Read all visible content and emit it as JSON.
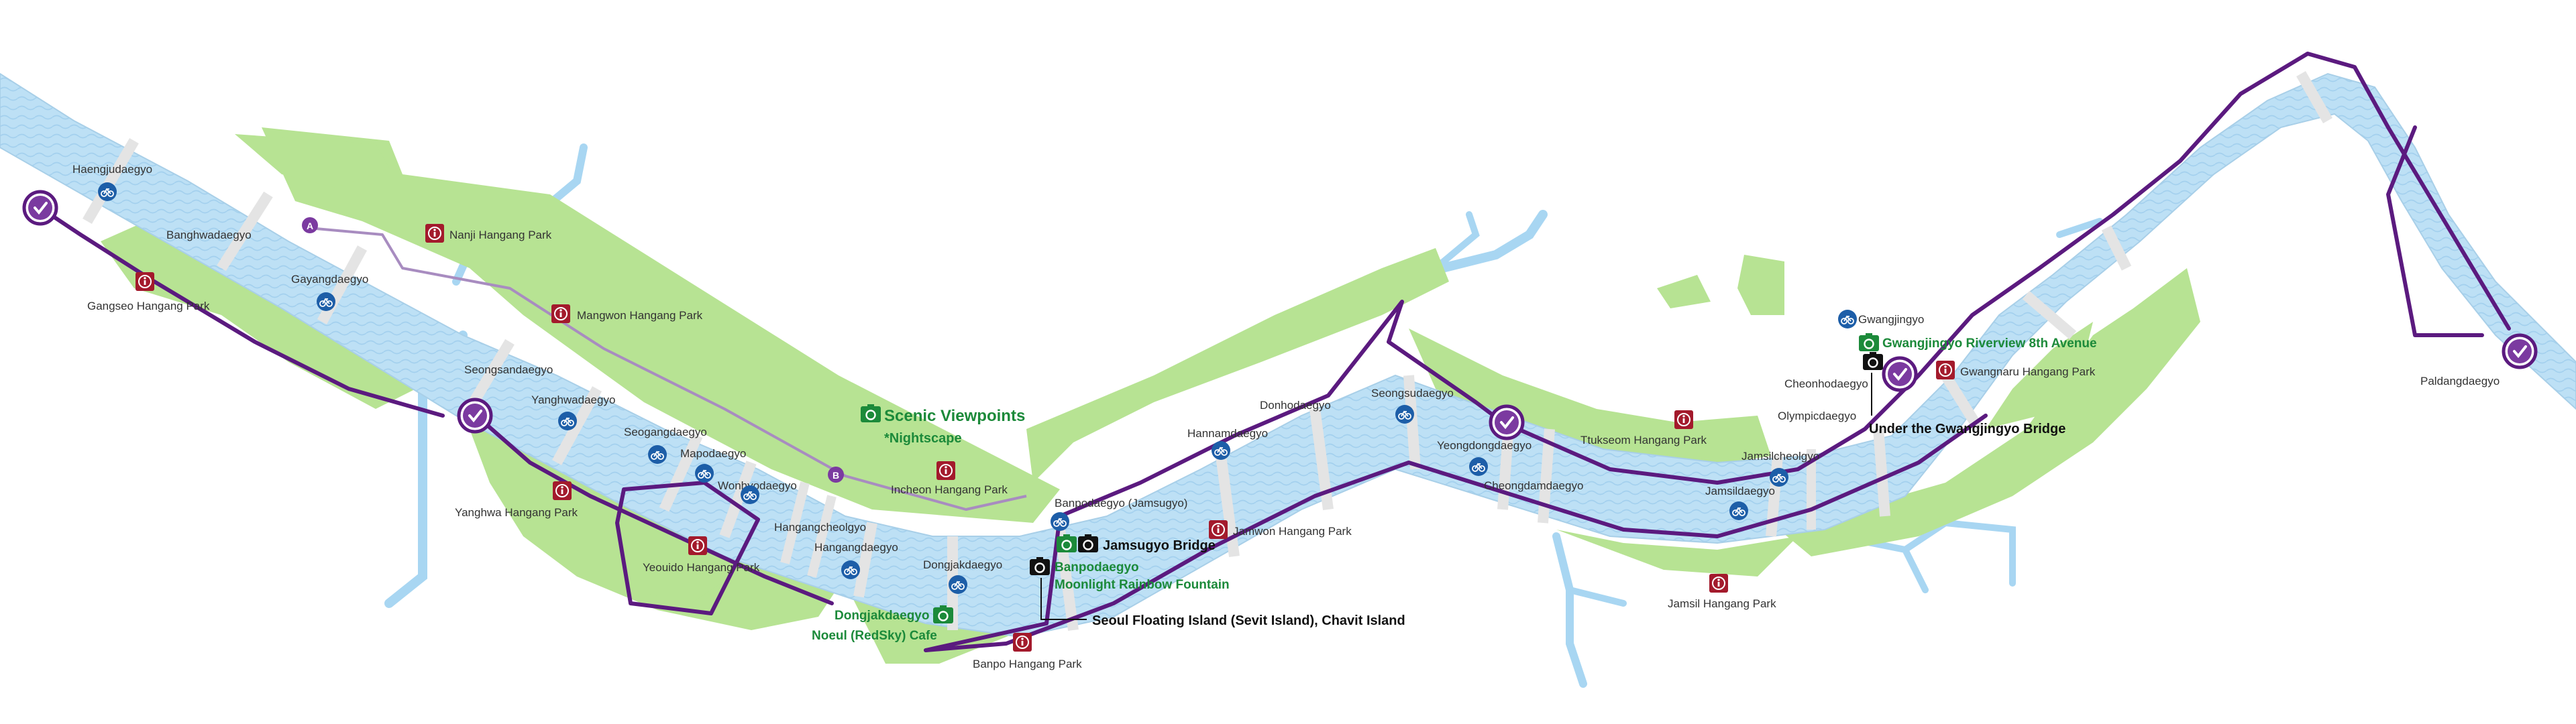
{
  "legend": {
    "title": "Scenic Viewpoints",
    "subtitle": "*Nightscape"
  },
  "colors": {
    "river": "#bde0f5",
    "park": "#b7e393",
    "route": "#5b1a7f",
    "info": "#a31a2c",
    "scenic": "#1c8a3a",
    "bike": "#1d5ea8"
  },
  "bridges": [
    "Haengjudaegyo",
    "Banghwadaegyo",
    "Gayangdaegyo",
    "Seongsandaegyo",
    "Yanghwadaegyo",
    "Seogangdaegyo",
    "Mapodaegyo",
    "Wonhyodaegyo",
    "Hangangcheolgyo",
    "Hangangdaegyo",
    "Dongjakdaegyo",
    "Banpodaegyo (Jamsugyo)",
    "Hannamdaegyo",
    "Donhodaegyo",
    "Seongsudaegyo",
    "Yeongdongdaegyo",
    "Cheongdamdaegyo",
    "Jamsildaegyo",
    "Jamsilcheolgyo",
    "Olympicdaegyo",
    "Cheonhodaegyo",
    "Gwangjingyo",
    "Paldangdaegyo"
  ],
  "parks": [
    "Nanji Hangang Park",
    "Gangseo Hangang Park",
    "Mangwon Hangang Park",
    "Yanghwa Hangang Park",
    "Yeouido Hangang Park",
    "Incheon Hangang Park",
    "Banpo Hangang Park",
    "Jamwon Hangang Park",
    "Ttukseom Hangang Park",
    "Jamsil Hangang Park",
    "Gwangnaru Hangang Park"
  ],
  "scenic": {
    "dongjak_1": "Dongjakdaegyo",
    "dongjak_2": "Noeul (RedSky) Cafe",
    "jamsu": "Jamsugyo Bridge",
    "banpo_1": "Banpodaegyo",
    "banpo_2": "Moonlight Rainbow Fountain",
    "floating": "Seoul Floating Island (Sevit Island), Chavit Island",
    "gwangjin": "Gwangjingyo Riverview 8th Avenue",
    "under": "Under the Gwangjingyo Bridge"
  },
  "points": {
    "a": "A",
    "b": "B"
  }
}
